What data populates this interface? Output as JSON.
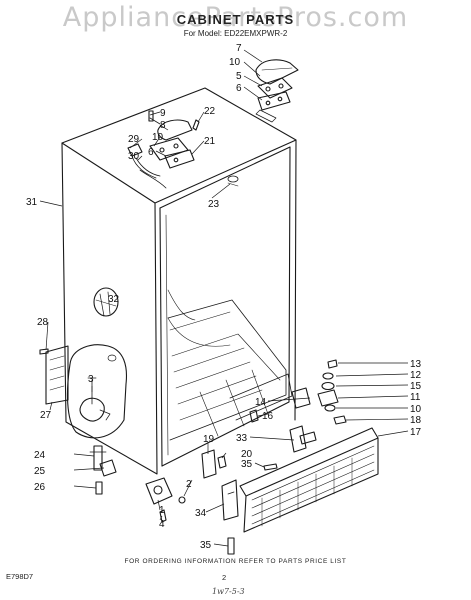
{
  "header": {
    "watermark": "AppliancePartsPros.com",
    "title": "CABINET PARTS",
    "model": "For Model: ED22EMXPWR-2"
  },
  "footer": {
    "note": "FOR ORDERING INFORMATION REFER TO PARTS PRICE LIST",
    "code": "E798D7",
    "page": "2",
    "handwritten": "1w7-5-3"
  },
  "callouts": {
    "c7": "7",
    "c10a": "10",
    "c5": "5",
    "c6a": "6",
    "c9": "9",
    "c8": "8",
    "c10b": "10",
    "c22": "22",
    "c29": "29",
    "c30": "30",
    "c6b": "6",
    "c21": "21",
    "c31": "31",
    "c23": "23",
    "c32": "32",
    "c28": "28",
    "c3": "3",
    "c27": "27",
    "c13": "13",
    "c12": "12",
    "c15": "15",
    "c11": "11",
    "c10c": "10",
    "c18": "18",
    "c17": "17",
    "c14": "14",
    "c16": "16",
    "c33": "33",
    "c19": "19",
    "c20": "20",
    "c35a": "35",
    "c24": "24",
    "c25": "25",
    "c26": "26",
    "c2": "2",
    "c1": "1",
    "c4": "4",
    "c34": "34",
    "c35b": "35"
  }
}
